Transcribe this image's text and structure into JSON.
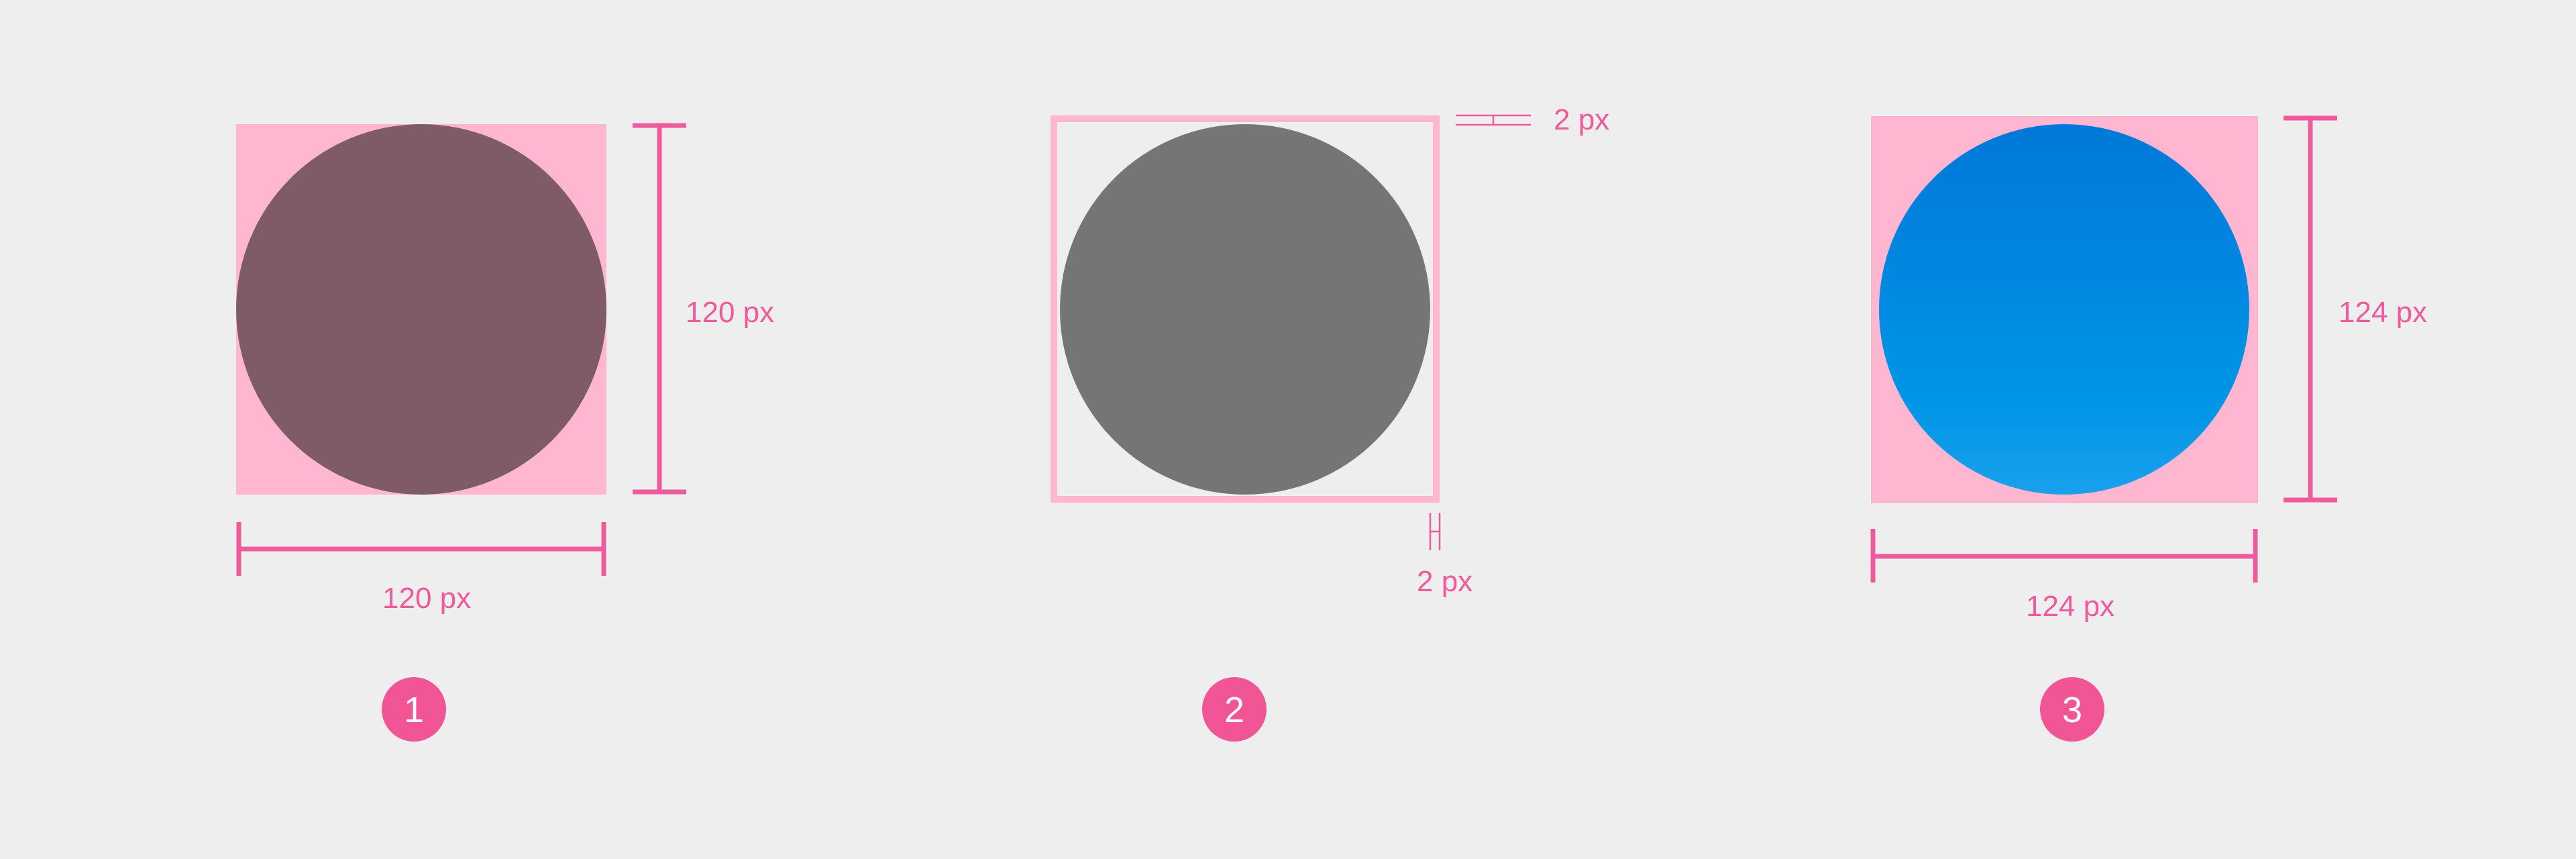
{
  "colors": {
    "background": "#eeeeee",
    "pink_fill": "#ffb6d1",
    "pink_line": "#ee5a9b",
    "pink_outline": "#ffb6d1",
    "badge": "#f25596",
    "badge_text": "#ffffff",
    "circle1": "#7f5b66",
    "circle2": "#757575",
    "circle3_top": "#0078d8",
    "circle3_bottom": "#1aa1ec"
  },
  "example1": {
    "height_label": "120 px",
    "width_label": "120 px",
    "badge": "1"
  },
  "example2": {
    "top_label": "2 px",
    "bottom_label": "2 px",
    "badge": "2"
  },
  "example3": {
    "height_label": "124 px",
    "width_label": "124 px",
    "badge": "3"
  }
}
